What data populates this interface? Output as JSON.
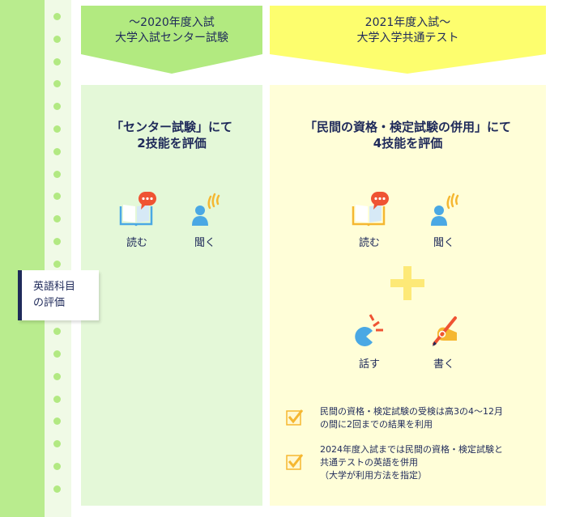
{
  "side_label": {
    "line1": "英語科目",
    "line2": "の評価"
  },
  "columns": {
    "old": {
      "banner_line1": "～2020年度入試",
      "banner_line2": "大学入試センター試験",
      "headline_line1": "「センター試験」にて",
      "headline_line2": "2技能を評価",
      "skills": [
        {
          "label": "読む",
          "icon": "book-speech-icon"
        },
        {
          "label": "聞く",
          "icon": "person-listening-icon"
        }
      ],
      "color_banner": "#b2ea80",
      "color_panel": "#e4f8d8"
    },
    "new": {
      "banner_line1": "2021年度入試～",
      "banner_line2": "大学入学共通テスト",
      "headline_line1": "「民間の資格・検定試験の併用」にて",
      "headline_line2": "4技能を評価",
      "skills": [
        {
          "label": "読む",
          "icon": "book-speech-icon"
        },
        {
          "label": "聞く",
          "icon": "person-listening-icon"
        },
        {
          "label": "話す",
          "icon": "speaking-mouth-icon"
        },
        {
          "label": "書く",
          "icon": "hand-writing-pencil-icon"
        }
      ],
      "plus_icon": "plus-icon",
      "notes": [
        {
          "line1": "民間の資格・検定試験の受検は高3の4～12月",
          "line2": "の間に2回までの結果を利用"
        },
        {
          "line1": "2024年度入試までは民間の資格・検定試験と",
          "line2": "共通テストの英語を併用",
          "line3": "（大学が利用方法を指定）"
        }
      ],
      "color_banner": "#fdfe6e",
      "color_panel": "#fffed8"
    }
  },
  "colors": {
    "navy": "#1f2a5a",
    "stripe_green": "#b9ec8e",
    "dot_green": "#b2e982",
    "icon_blue": "#4aa8e4",
    "icon_orange": "#f5b731",
    "icon_red": "#ef5333",
    "plus_yellow": "#fde977"
  }
}
